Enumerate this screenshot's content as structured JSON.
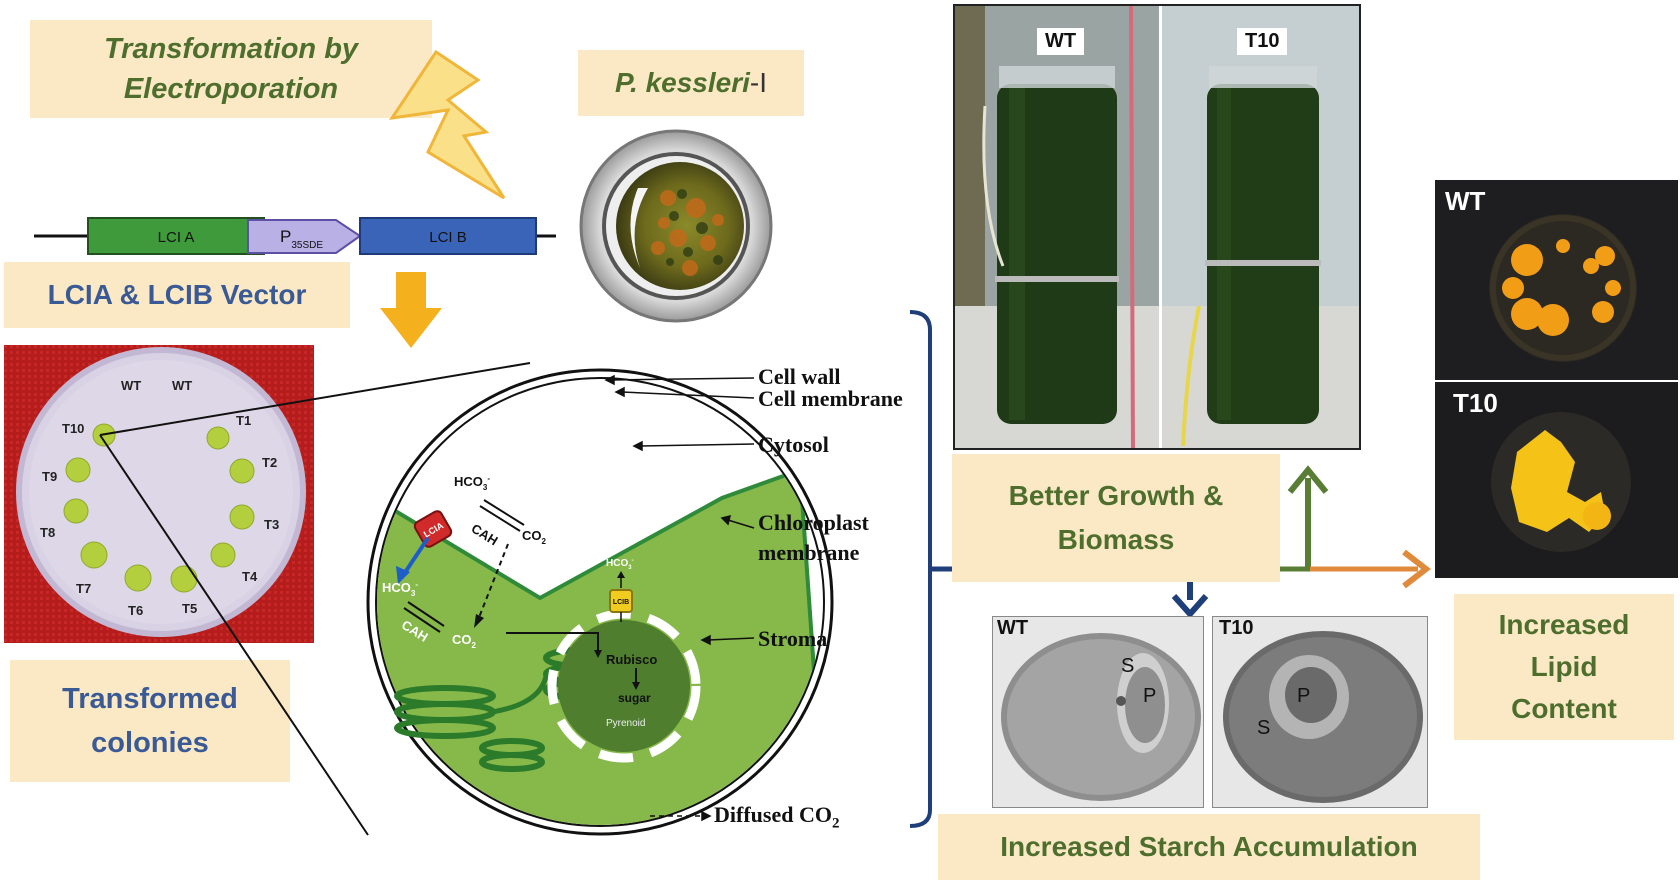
{
  "transformation": {
    "line1": "Transformation by",
    "line2": "Electroporation"
  },
  "strain": {
    "name": "P. kessleri",
    "suffix": "-I"
  },
  "vector": {
    "gene_a": "LCI A",
    "promoter": "P",
    "promoter_sub": "35SDE",
    "gene_b": "LCI B",
    "title": "LCIA & LCIB Vector"
  },
  "plate": {
    "labels": [
      "WT",
      "WT",
      "T1",
      "T2",
      "T3",
      "T4",
      "T5",
      "T6",
      "T7",
      "T8",
      "T9",
      "T10"
    ]
  },
  "colonies": {
    "line1": "Transformed",
    "line2": "colonies"
  },
  "cell": {
    "labels": [
      "Cell wall",
      "Cell membrane",
      "Cytosol",
      "Chloroplast",
      "membrane",
      "Stroma"
    ],
    "legend": "Diffused CO",
    "legend_sub": "2",
    "hco3": "HCO",
    "cah": "CAH",
    "co2": "CO",
    "lcia": "LCIA",
    "lcib": "LCIB",
    "rubisco": "Rubisco",
    "sugar": "sugar",
    "pyrenoid": "Pyrenoid"
  },
  "reactors": {
    "left": "WT",
    "right": "T10"
  },
  "growth": {
    "line1": "Better Growth &",
    "line2": "Biomass"
  },
  "lipid_images": {
    "top": "WT",
    "bottom": "T10"
  },
  "lipid": {
    "line1": "Increased",
    "line2": "Lipid",
    "line3": "Content"
  },
  "starch_images": {
    "left": "WT",
    "right": "T10",
    "s": "S",
    "p": "P"
  },
  "starch": {
    "label": "Increased Starch Accumulation"
  },
  "colors": {
    "arrow_blue": "#1f3f7a",
    "arrow_green": "#5a7d35",
    "arrow_orange": "#e08a3c",
    "box_fill": "#fbe9c6"
  }
}
